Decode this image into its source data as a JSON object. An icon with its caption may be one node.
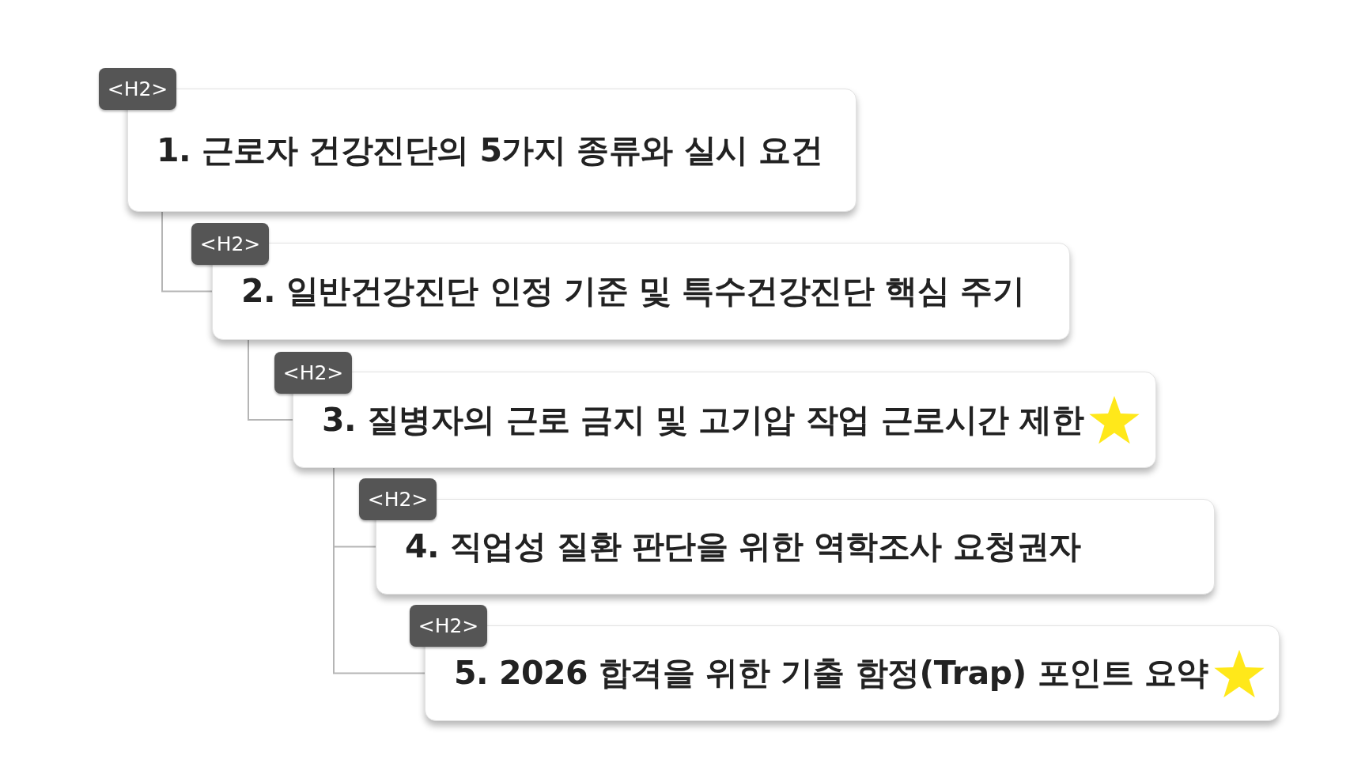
{
  "diagram": {
    "nodes": [
      {
        "text": [
          "<H2>"
        ]
      },
      {
        "text": [
          "1. 근로자 건강진단의 5가지 종류와 실시 요건"
        ]
      },
      {
        "text": [
          "<H2>"
        ]
      },
      {
        "text": [
          "2. 일반건강진단 인정 기준 및 특수건강진단 핵심 주기"
        ]
      },
      {
        "text": [
          "<H2>"
        ]
      },
      {
        "text": [
          "3. 질병자의 근로 금지 및 고기압 작업 근로시간 제한"
        ]
      },
      {
        "text": [
          "<H2>"
        ]
      },
      {
        "text": [
          "4. 직업성 질환 판단을 위한 역학조사 요청권자"
        ]
      },
      {
        "text": [
          "<H2>"
        ]
      },
      {
        "text": [
          "5. 2026 합격을 위한 기출 함정(Trap) 포인트 요약"
        ]
      }
    ],
    "edges": [
      {
        "from": 1,
        "to": 3,
        "arrow": "none"
      },
      {
        "from": 3,
        "to": 5,
        "arrow": "none"
      },
      {
        "from": 5,
        "to": 7,
        "arrow": "none"
      },
      {
        "from": 5,
        "to": 9,
        "arrow": "none"
      }
    ]
  }
}
